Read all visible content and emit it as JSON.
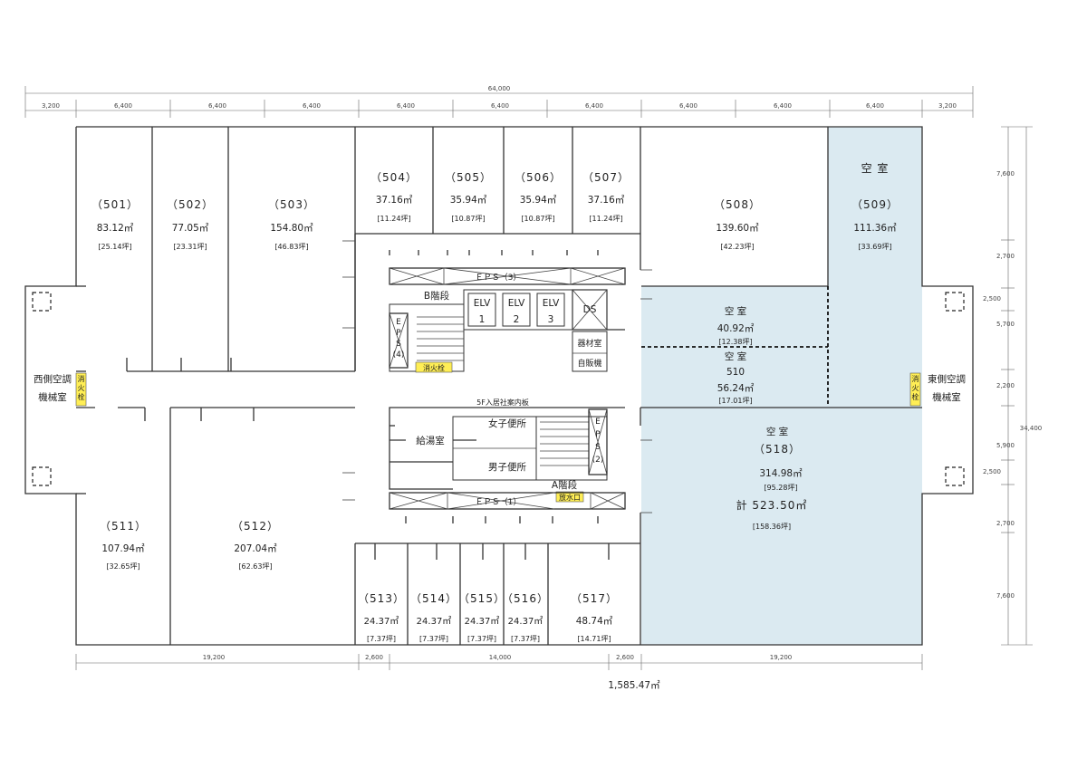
{
  "dimensions": {
    "overall": "64,000",
    "top": [
      "3,200",
      "6,400",
      "6,400",
      "6,400",
      "6,400",
      "6,400",
      "6,400",
      "6,400",
      "6,400",
      "6,400",
      "3,200"
    ],
    "bottom": [
      "19,200",
      "2,600",
      "14,000",
      "2,600",
      "19,200"
    ],
    "right": [
      "7,600",
      "2,700",
      "2,500",
      "5,700",
      "2,200",
      "5,900",
      "2,500",
      "2,700",
      "7,600"
    ],
    "right_total": "34,400"
  },
  "rooms": {
    "r501": {
      "num": "（501）",
      "area": "83.12㎡",
      "tsubo": "[25.14坪]"
    },
    "r502": {
      "num": "（502）",
      "area": "77.05㎡",
      "tsubo": "[23.31坪]"
    },
    "r503": {
      "num": "（503）",
      "area": "154.80㎡",
      "tsubo": "[46.83坪]"
    },
    "r504": {
      "num": "（504）",
      "area": "37.16㎡",
      "tsubo": "[11.24坪]"
    },
    "r505": {
      "num": "（505）",
      "area": "35.94㎡",
      "tsubo": "[10.87坪]"
    },
    "r506": {
      "num": "（506）",
      "area": "35.94㎡",
      "tsubo": "[10.87坪]"
    },
    "r507": {
      "num": "（507）",
      "area": "37.16㎡",
      "tsubo": "[11.24坪]"
    },
    "r508": {
      "num": "（508）",
      "area": "139.60㎡",
      "tsubo": "[42.23坪]"
    },
    "r509": {
      "vacant": "空 室",
      "num": "（509）",
      "area": "111.36㎡",
      "tsubo": "[33.69坪]"
    },
    "r510a": {
      "vacant": "空 室",
      "area": "40.92㎡",
      "tsubo": "[12.38坪]"
    },
    "r510b": {
      "vacant": "空 室",
      "num": "510",
      "area": "56.24㎡",
      "tsubo": "[17.01坪]"
    },
    "r518": {
      "vacant": "空 室",
      "num": "（518）",
      "area": "314.98㎡",
      "tsubo": "[95.28坪]",
      "total": "計 523.50㎡",
      "total_tsubo": "[158.36坪]"
    },
    "r511": {
      "num": "（511）",
      "area": "107.94㎡",
      "tsubo": "[32.65坪]"
    },
    "r512": {
      "num": "（512）",
      "area": "207.04㎡",
      "tsubo": "[62.63坪]"
    },
    "r513": {
      "num": "（513）",
      "area": "24.37㎡",
      "tsubo": "[7.37坪]"
    },
    "r514": {
      "num": "（514）",
      "area": "24.37㎡",
      "tsubo": "[7.37坪]"
    },
    "r515": {
      "num": "（515）",
      "area": "24.37㎡",
      "tsubo": "[7.37坪]"
    },
    "r516": {
      "num": "（516）",
      "area": "24.37㎡",
      "tsubo": "[7.37坪]"
    },
    "r517": {
      "num": "（517）",
      "area": "48.74㎡",
      "tsubo": "[14.71坪]"
    }
  },
  "core": {
    "eps3": "ＥＰＳ（3）",
    "eps1": "ＥＰＳ（1）",
    "stair_b": "B階段",
    "stair_a": "A階段",
    "elv": [
      [
        "ELV",
        "1"
      ],
      [
        "ELV",
        "2"
      ],
      [
        "ELV",
        "3"
      ]
    ],
    "ds": "DS",
    "equip": "器材室",
    "vending": "自販機",
    "hydrant": "消火栓",
    "drain": "放水口",
    "directory": "5F入居社案内板",
    "womens": "女子便所",
    "mens": "男子便所",
    "kitchen": "給湯室",
    "eps_left": [
      "E",
      "P",
      "S",
      "(4)"
    ],
    "eps_right": [
      "E",
      "P",
      "S",
      "(2)"
    ]
  },
  "mech": {
    "west": [
      "西側空調",
      "機械室"
    ],
    "east": [
      "東側空調",
      "機械室"
    ],
    "hydrant_v": [
      "消",
      "火",
      "栓"
    ]
  },
  "total_area": "1,585.47㎡",
  "colors": {
    "vacant": "#dbeaf1",
    "yellow": "#ffee55"
  }
}
